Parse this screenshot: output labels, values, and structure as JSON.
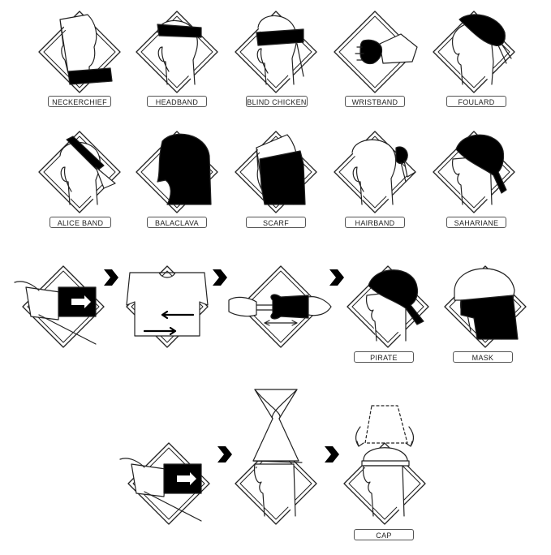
{
  "labels": {
    "neckerchief": "NECKERCHIEF",
    "headband": "HEADBAND",
    "blind_chicken": "BLIND CHICKEN",
    "wristband": "WRISTBAND",
    "foulard": "FOULARD",
    "alice_band": "ALICE BAND",
    "balaclava": "BALACLAVA",
    "scarf": "SCARF",
    "hairband": "HAIRBAND",
    "sahariane": "SAHARIANE",
    "pirate": "PIRATE",
    "mask": "MASK",
    "cap": "CAP"
  },
  "colors": {
    "ink": "#111111",
    "line": "#222222",
    "fill": "#000000"
  }
}
